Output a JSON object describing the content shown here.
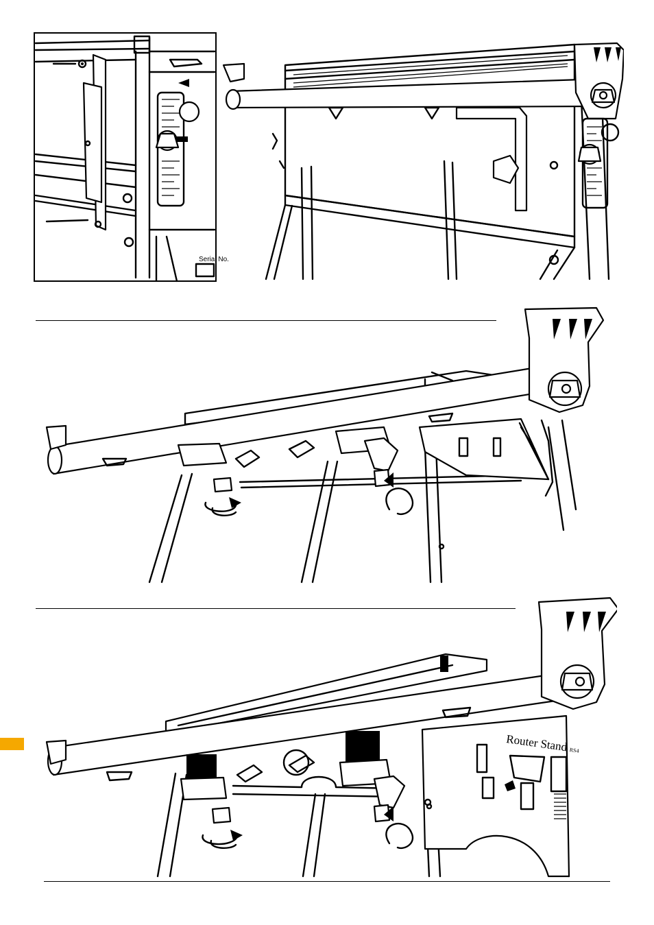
{
  "inset": {
    "serial_label": "Serial No."
  },
  "figure_3": {
    "brand_label": "Router Stand",
    "model_code": "RS4"
  },
  "colors": {
    "accent_tab": "#F5A800",
    "ink": "#000000",
    "paper": "#FFFFFF"
  }
}
